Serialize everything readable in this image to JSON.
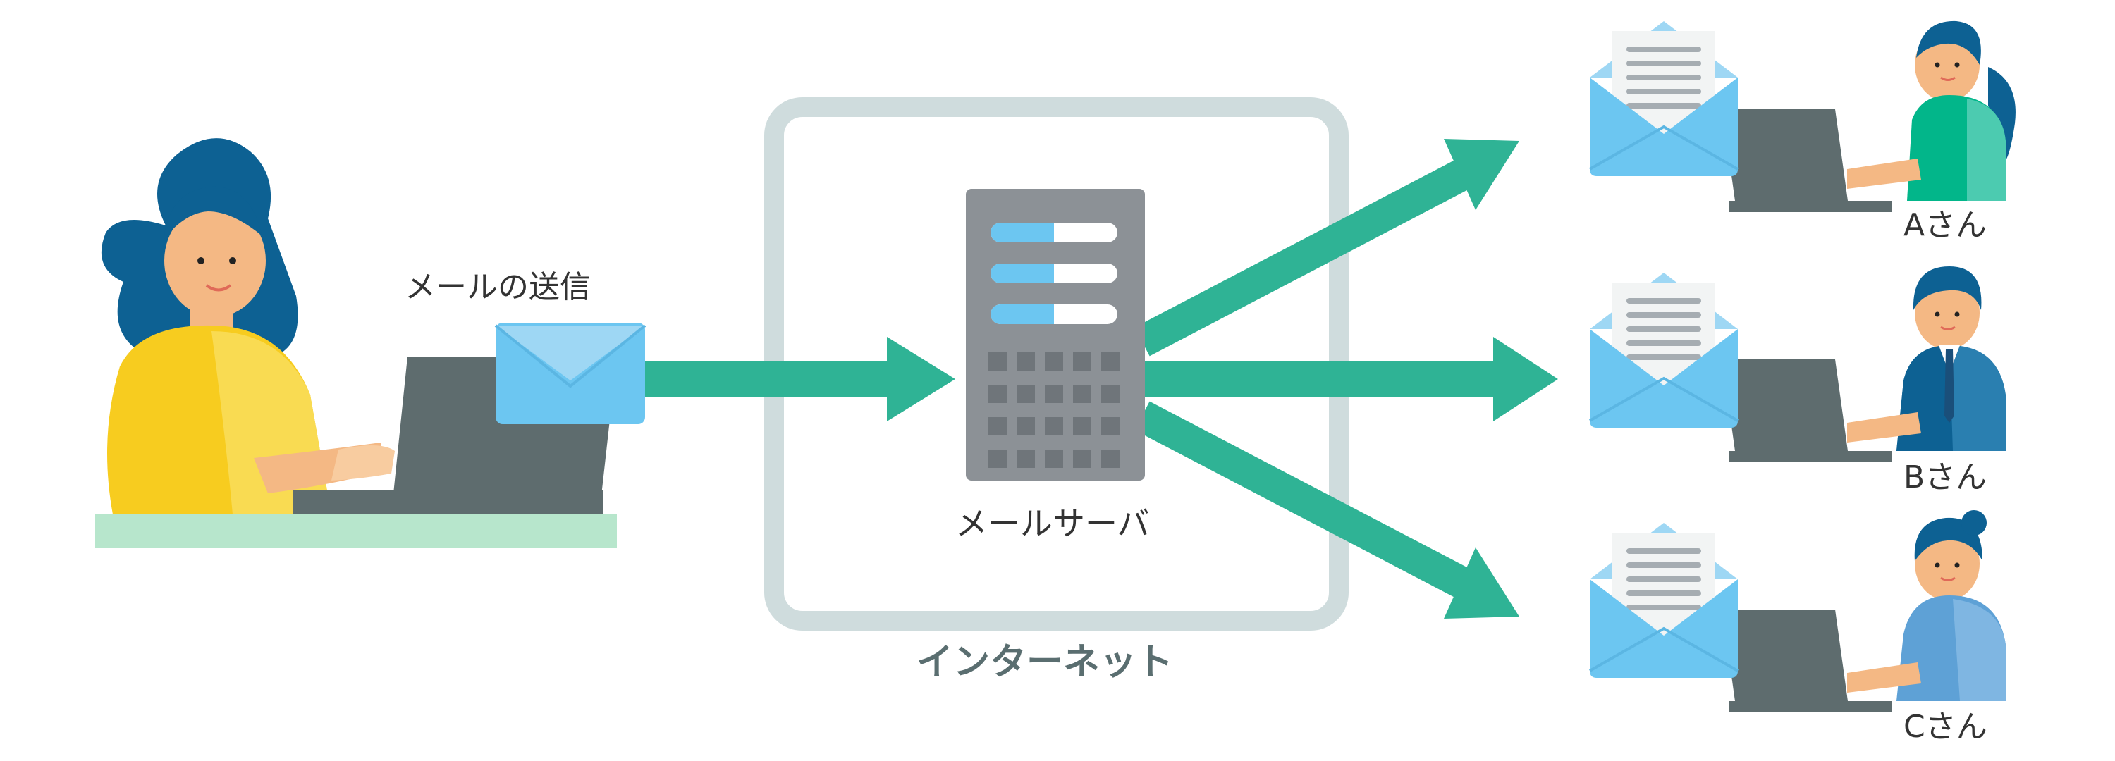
{
  "labels": {
    "send": "メールの送信",
    "server": "メールサーバ",
    "internet": "インターネット",
    "recipient_a": "Aさん",
    "recipient_b": "Bさん",
    "recipient_c": "Cさん"
  },
  "icons": {
    "sender": "woman-at-laptop-icon",
    "mail": "envelope-icon",
    "server": "server-rack-icon",
    "recipient_mail": "open-envelope-with-letter-icon"
  },
  "colors": {
    "arrow": "#2fb395",
    "envelope": "#6cc6f1",
    "internet_frame": "#cfdcdd",
    "server": "#8c9196",
    "laptop": "#5e6c6e"
  }
}
